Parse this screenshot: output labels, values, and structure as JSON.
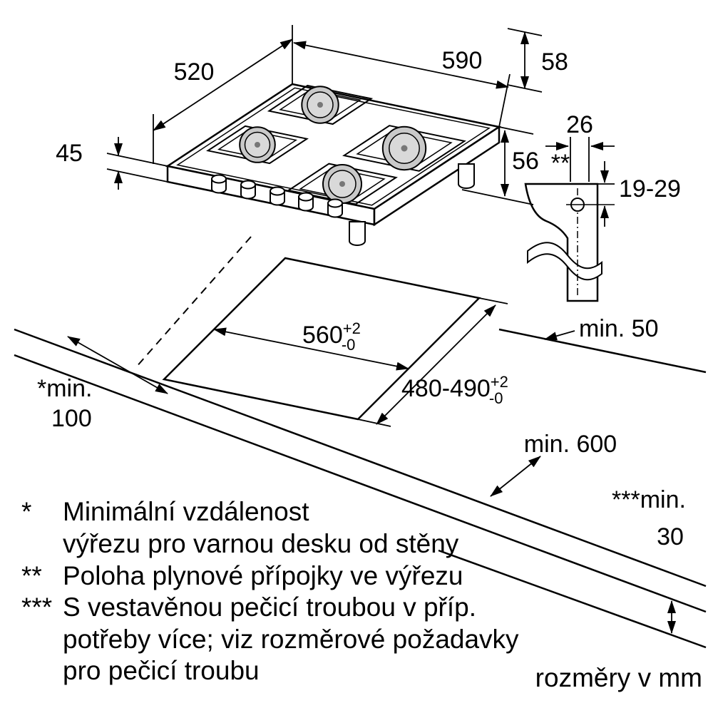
{
  "diagram": {
    "unit_note": "rozměry v mm",
    "dims": {
      "hob_depth": "520",
      "hob_width": "590",
      "hob_edge": "58",
      "hob_height_left": "45",
      "hob_height_right": "56",
      "gas_marker": "**",
      "bracket_width": "26",
      "bracket_range": "19-29",
      "clearance_back": "min. 50",
      "cutout_width": "560",
      "cutout_width_tol_plus": "+2",
      "cutout_width_tol_minus": "-0",
      "cutout_depth": "480-490",
      "cutout_depth_tol_plus": "+2",
      "cutout_depth_tol_minus": "-0",
      "wall_clearance_label": "*min.",
      "wall_clearance_value": "100",
      "worktop_depth": "min. 600",
      "oven_clearance_label": "***min.",
      "oven_clearance_value": "30"
    },
    "footnotes": [
      {
        "marker": "*",
        "lines": [
          "Minimální vzdálenost",
          "výřezu pro varnou desku od stěny"
        ]
      },
      {
        "marker": "**",
        "lines": [
          "Poloha plynové přípojky ve výřezu"
        ]
      },
      {
        "marker": "***",
        "lines": [
          "S vestavěnou pečicí troubou v příp.",
          "potřeby více; viz rozměrové požadavky",
          "pro pečicí troubu"
        ]
      }
    ]
  }
}
